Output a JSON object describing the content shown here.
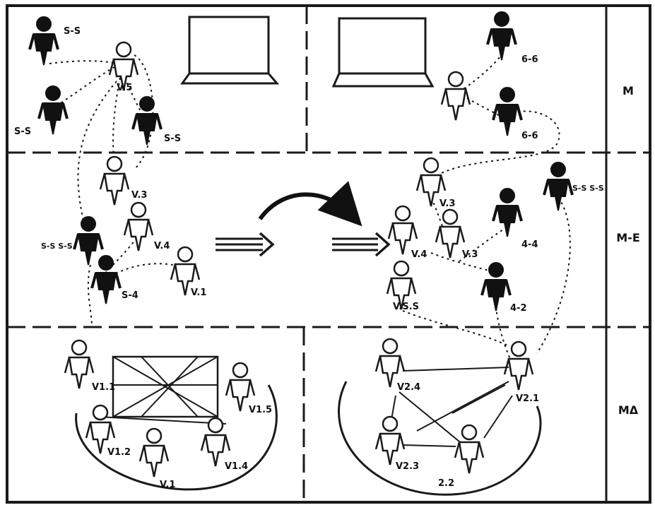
{
  "row_labels": {
    "top": "M",
    "middle": "M-E",
    "bottom": "MΔ"
  },
  "people": {
    "tl_black_a": "S-S",
    "tl_white": "V.5",
    "tl_black_b": "S-S",
    "tl_black_c": "S-S",
    "tr_black_a": "6-6",
    "tr_black_b": "6-6",
    "ml_white_a": "V.3",
    "ml_white_b": "V.4",
    "ml_black_a": "S-S S-S",
    "ml_black_b": "S-4",
    "ml_white_c": "V.1",
    "mr_white_a": "V.3",
    "mr_black_a": "S-S S-S",
    "mr_white_b": "V.4",
    "mr_white_c": "V.3",
    "mr_black_b": "4-4",
    "mr_white_d": "V.S.S",
    "mr_black_c": "4-2",
    "bl_white_a": "V1.1",
    "bl_white_b": "V1.5",
    "bl_white_c": "V1.2",
    "bl_white_d": "V.1",
    "bl_white_e": "V1.4",
    "br_white_a": "V2.4",
    "br_white_b": "V2.1",
    "br_white_c": "V2.3",
    "br_white_d": "2.2"
  },
  "colors": {
    "line": "#1a1a1a",
    "fill_black": "#111111",
    "fill_white": "#ffffff"
  }
}
